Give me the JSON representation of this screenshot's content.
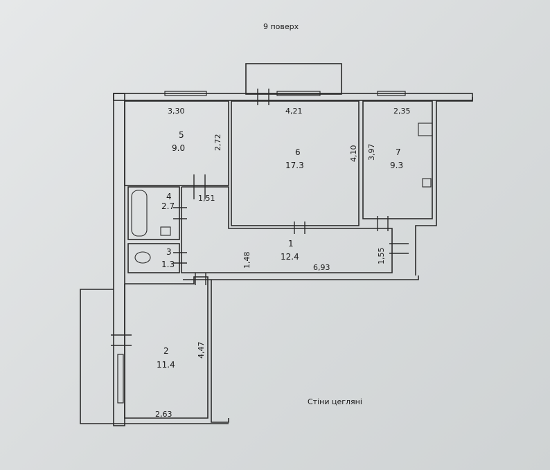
{
  "floor_label": "9 поверх",
  "walls_note": "Стіни цегляні",
  "rooms": [
    {
      "number": "1",
      "area": "12.4"
    },
    {
      "number": "2",
      "area": "11.4"
    },
    {
      "number": "3",
      "area": "1.3"
    },
    {
      "number": "4",
      "area": "2.7"
    },
    {
      "number": "5",
      "area": "9.0"
    },
    {
      "number": "6",
      "area": "17.3"
    },
    {
      "number": "7",
      "area": "9.3"
    }
  ],
  "dimensions": {
    "room5_width": "3,30",
    "room5_height": "2,72",
    "room6_width": "4,21",
    "room6_height": "4,10",
    "room7_width": "2,35",
    "room7_height": "3,97",
    "room4_width": "1,51",
    "corridor_width": "1,48",
    "corridor_length": "6,93",
    "corridor_right": "1,55",
    "room2_height": "4,47",
    "room2_width": "2,63"
  }
}
